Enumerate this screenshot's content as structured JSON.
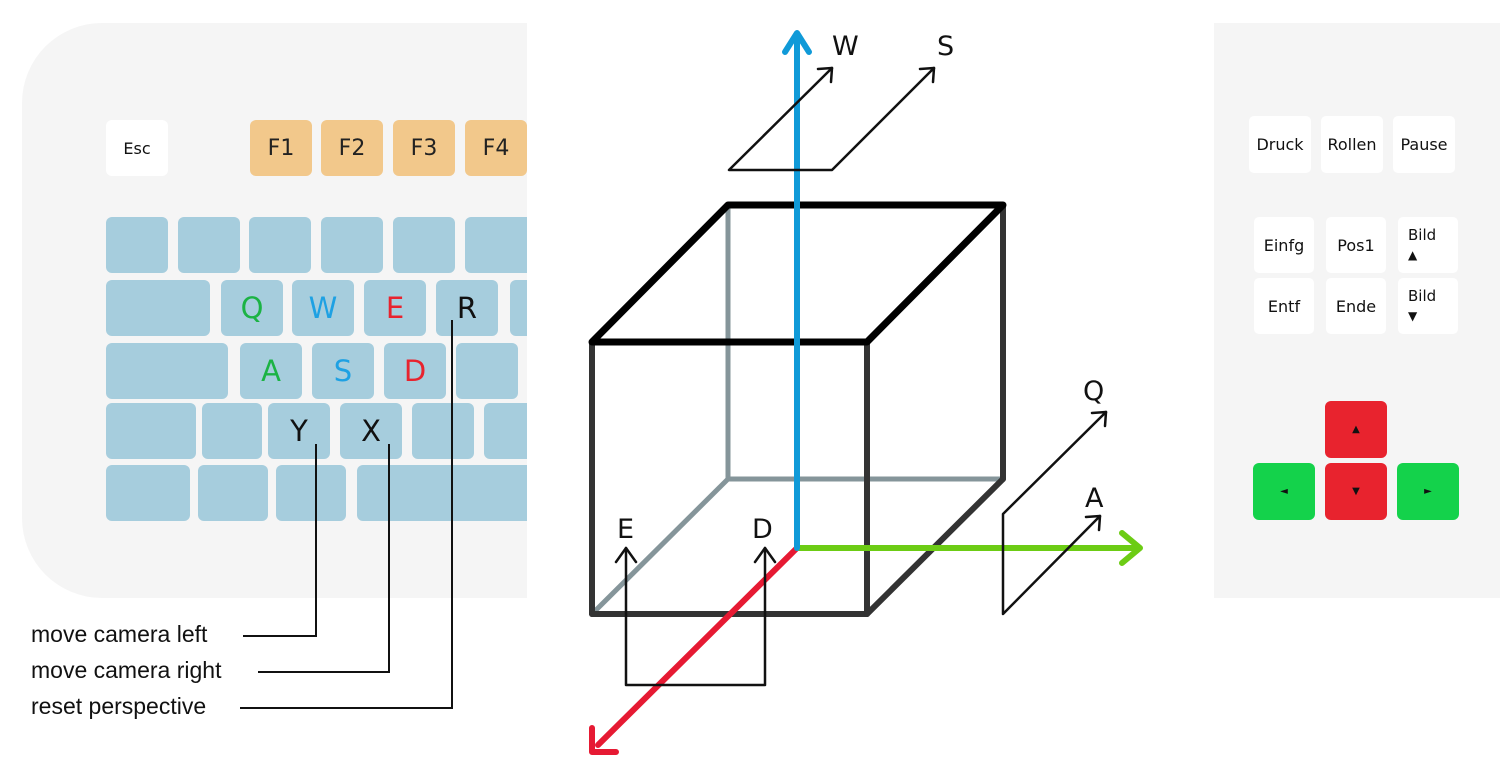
{
  "keyboard_left": {
    "esc": "Esc",
    "function_keys": [
      "F1",
      "F2",
      "F3",
      "F4"
    ],
    "row_qwe": {
      "q": "Q",
      "w": "W",
      "e": "E",
      "r": "R"
    },
    "row_asd": {
      "a": "A",
      "s": "S",
      "d": "D"
    },
    "row_yx": {
      "y": "Y",
      "x": "X"
    }
  },
  "keyboard_right": {
    "top": [
      "Druck",
      "Rollen",
      "Pause"
    ],
    "nav_row1": [
      "Einfg",
      "Pos1"
    ],
    "nav_row2": [
      "Entf",
      "Ende"
    ],
    "bild_up": {
      "line1": "Bild",
      "line2": "▲"
    },
    "bild_down": {
      "line1": "Bild",
      "line2": "▼"
    },
    "arrows": {
      "up": "▲",
      "left": "◄",
      "down": "▼",
      "right": "►"
    }
  },
  "captions": {
    "y_key": "move camera left",
    "x_key": "move camera right",
    "r_key": "reset perspective"
  },
  "diagram_labels": {
    "w": "W",
    "s": "S",
    "q": "Q",
    "a": "A",
    "e": "E",
    "d": "D"
  },
  "colors": {
    "q_letter": "#1bb344",
    "w_letter": "#1ea1e3",
    "e_letter": "#e8232e",
    "a_letter": "#1bb344",
    "s_letter": "#1ea1e3",
    "d_letter": "#e8232e",
    "axis_up": "#109ad8",
    "axis_right": "#6ccc14",
    "axis_front": "#e61a33",
    "keycap": "#a6cddd",
    "fkey": "#f2c88b"
  }
}
